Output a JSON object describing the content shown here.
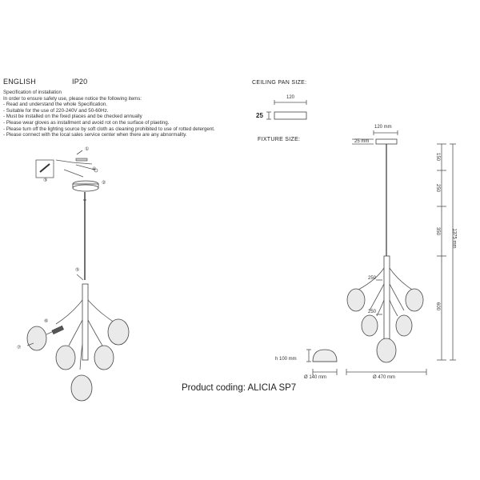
{
  "header": {
    "language": "ENGLISH",
    "ip_rating": "IP20"
  },
  "instructions": {
    "title": "Specification of installation",
    "lines": [
      "In order to ensure safety use, please notice the following items:",
      "- Read and understand the whole Specification.",
      "- Suitable for the use of 220-240V and 50-60Hz.",
      "- Must be installed on the fixed places and be checked annually",
      "- Please wear gloves as installment and avoid rot on the surface of plaeting.",
      "- Please turn off the lighting source by soft cloth as cleaning prohibited to use of rotted detergent.",
      "- Please connect with the local sales service center when there are any abnormality."
    ]
  },
  "ceiling_pan": {
    "label": "CEILING PAN  SIZE:",
    "width": "120",
    "height": "25"
  },
  "fixture": {
    "label": "FIXTURE SIZE:",
    "pan_width": "120 mm",
    "pan_height": "25 mm",
    "seg_1": "150",
    "seg_2": "250",
    "seg_3": "350",
    "seg_4": "600",
    "total": "1375 mm",
    "arm_1": "250",
    "arm_2": "250",
    "width": "Ø 470 mm"
  },
  "shade": {
    "height": "h 100 mm",
    "diameter": "Ø 140 mm"
  },
  "callouts": [
    "①",
    "②",
    "③",
    "④",
    "⑤",
    "⑥",
    "⑦"
  ],
  "product": {
    "coding": "Product coding: ALICIA SP7"
  }
}
